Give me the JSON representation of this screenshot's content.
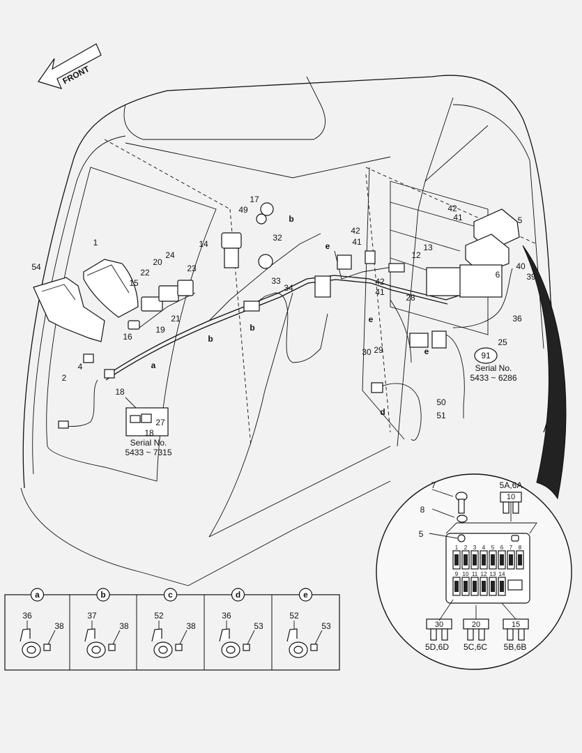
{
  "front_arrow": {
    "text": "FRONT"
  },
  "callouts": [
    {
      "id": "c1",
      "text": "1"
    },
    {
      "id": "c54",
      "text": "54"
    },
    {
      "id": "c2",
      "text": "2"
    },
    {
      "id": "c4",
      "text": "4"
    },
    {
      "id": "c18",
      "text": "18"
    },
    {
      "id": "c15",
      "text": "15"
    },
    {
      "id": "c22",
      "text": "22"
    },
    {
      "id": "c20",
      "text": "20"
    },
    {
      "id": "c24",
      "text": "24"
    },
    {
      "id": "c23",
      "text": "23"
    },
    {
      "id": "c16",
      "text": "16"
    },
    {
      "id": "c19",
      "text": "19"
    },
    {
      "id": "c21",
      "text": "21"
    },
    {
      "id": "c14",
      "text": "14"
    },
    {
      "id": "c17",
      "text": "17"
    },
    {
      "id": "c49",
      "text": "49"
    },
    {
      "id": "c32",
      "text": "32"
    },
    {
      "id": "c33",
      "text": "33"
    },
    {
      "id": "c34",
      "text": "34"
    },
    {
      "id": "c42a",
      "text": "42"
    },
    {
      "id": "c41a",
      "text": "41"
    },
    {
      "id": "c42b",
      "text": "42"
    },
    {
      "id": "c41b",
      "text": "41"
    },
    {
      "id": "c42c",
      "text": "42"
    },
    {
      "id": "c41c",
      "text": "41"
    },
    {
      "id": "c12",
      "text": "12"
    },
    {
      "id": "c13",
      "text": "13"
    },
    {
      "id": "c5",
      "text": "5"
    },
    {
      "id": "c6",
      "text": "6"
    },
    {
      "id": "c40",
      "text": "40"
    },
    {
      "id": "c39",
      "text": "39"
    },
    {
      "id": "c36",
      "text": "36"
    },
    {
      "id": "c25",
      "text": "25"
    },
    {
      "id": "c28",
      "text": "28"
    },
    {
      "id": "c30",
      "text": "30"
    },
    {
      "id": "c29",
      "text": "29"
    },
    {
      "id": "c50",
      "text": "50"
    },
    {
      "id": "c51",
      "text": "51"
    },
    {
      "id": "c27",
      "text": "27"
    },
    {
      "id": "c18b",
      "text": "18"
    }
  ],
  "letters": [
    {
      "id": "la",
      "text": "a"
    },
    {
      "id": "lb1",
      "text": "b"
    },
    {
      "id": "lb2",
      "text": "b"
    },
    {
      "id": "lb3",
      "text": "b"
    },
    {
      "id": "le1",
      "text": "e"
    },
    {
      "id": "le2",
      "text": "e"
    },
    {
      "id": "ld",
      "text": "d"
    },
    {
      "id": "le3",
      "text": "e"
    }
  ],
  "circled_ref": {
    "text": "91"
  },
  "serial_notes": [
    {
      "label": "Serial No.",
      "range": "5433 ~ 6286"
    },
    {
      "label": "Serial No.",
      "range": "5433 ~ 7315"
    }
  ],
  "fuse_detail": {
    "callouts": {
      "c7": "7",
      "c8": "8",
      "c5": "5"
    },
    "group_labels": [
      "5A,6A",
      "5D,6D",
      "5C,6C",
      "5B,6B"
    ],
    "fuse_ratings": [
      "10",
      "30",
      "20",
      "15"
    ],
    "row1_numbers": [
      "1",
      "2",
      "3",
      "4",
      "5",
      "6",
      "7",
      "8"
    ],
    "row2_numbers": [
      "9",
      "10",
      "11",
      "12",
      "13",
      "14"
    ]
  },
  "clamp_table": [
    {
      "letter": "a",
      "labels": [
        "36",
        "38"
      ]
    },
    {
      "letter": "b",
      "labels": [
        "37",
        "38"
      ]
    },
    {
      "letter": "c",
      "labels": [
        "52",
        "38"
      ]
    },
    {
      "letter": "d",
      "labels": [
        "36",
        "53"
      ]
    },
    {
      "letter": "e",
      "labels": [
        "52",
        "53"
      ]
    }
  ]
}
